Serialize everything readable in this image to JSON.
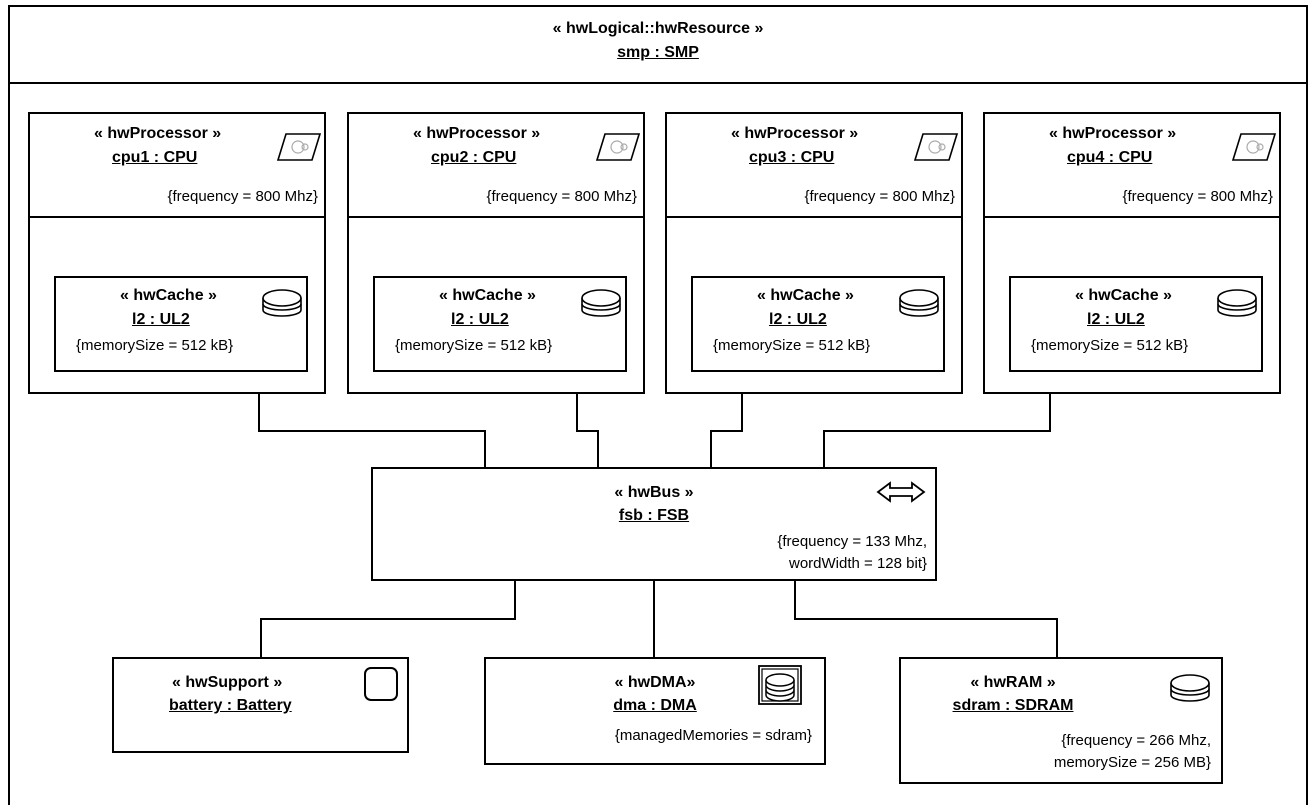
{
  "resource": {
    "stereotype": "« hwLogical::hwResource »",
    "name": "smp : SMP"
  },
  "processors": [
    {
      "stereotype": "« hwProcessor »",
      "name": "cpu1 : CPU",
      "props": "{frequency = 800 Mhz}",
      "cache": {
        "stereotype": "« hwCache »",
        "name": "l2 : UL2",
        "props": "{memorySize = 512 kB}"
      }
    },
    {
      "stereotype": "« hwProcessor »",
      "name": "cpu2 : CPU",
      "props": "{frequency = 800 Mhz}",
      "cache": {
        "stereotype": "« hwCache »",
        "name": "l2 : UL2",
        "props": "{memorySize = 512 kB}"
      }
    },
    {
      "stereotype": "« hwProcessor »",
      "name": "cpu3 : CPU",
      "props": "{frequency = 800 Mhz}",
      "cache": {
        "stereotype": "« hwCache »",
        "name": "l2 : UL2",
        "props": "{memorySize = 512 kB}"
      }
    },
    {
      "stereotype": "« hwProcessor »",
      "name": "cpu4 : CPU",
      "props": "{frequency = 800 Mhz}",
      "cache": {
        "stereotype": "« hwCache »",
        "name": "l2 : UL2",
        "props": "{memorySize = 512 kB}"
      }
    }
  ],
  "bus": {
    "stereotype": "« hwBus »",
    "name": "fsb : FSB",
    "props_line1": "{frequency = 133 Mhz,",
    "props_line2": "wordWidth = 128 bit}"
  },
  "support": {
    "stereotype": "« hwSupport »",
    "name": "battery : Battery"
  },
  "dma": {
    "stereotype": "« hwDMA»",
    "name": "dma : DMA",
    "props": "{managedMemories = sdram}"
  },
  "ram": {
    "stereotype": "« hwRAM »",
    "name": "sdram : SDRAM",
    "props_line1": "{frequency = 266 Mhz,",
    "props_line2": "memorySize = 256 MB}"
  },
  "icons": {
    "processor": "processor-chip-icon",
    "cache": "memory-stack-icon",
    "bus": "bidirectional-arrow-icon",
    "support": "support-rounded-square-icon",
    "dma": "dma-memory-icon",
    "ram": "ram-memory-icon"
  }
}
